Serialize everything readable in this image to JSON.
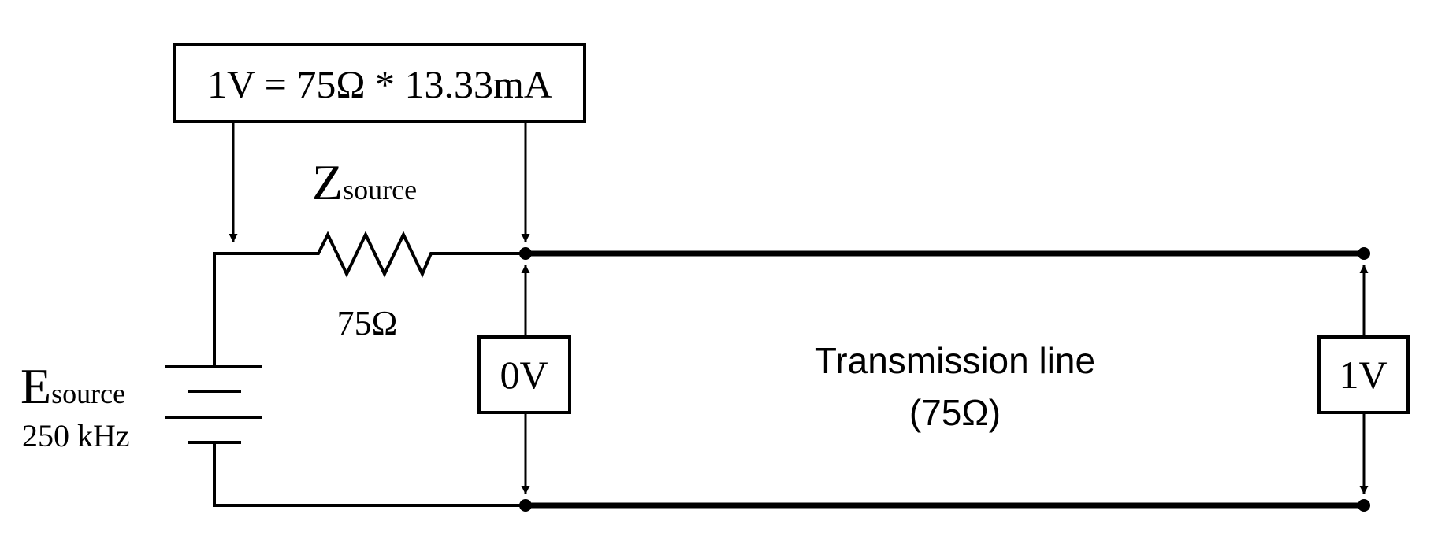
{
  "equation_box": {
    "text": "1V = 75Ω * 13.33mA"
  },
  "source_impedance": {
    "symbol": "Z",
    "subscript": "source",
    "value": "75Ω"
  },
  "source": {
    "symbol": "E",
    "subscript": "source",
    "frequency": "250 kHz"
  },
  "voltmeter_left": {
    "reading": "0V"
  },
  "voltmeter_right": {
    "reading": "1V"
  },
  "transmission_line": {
    "label": "Transmission line",
    "impedance": "(75Ω)"
  }
}
